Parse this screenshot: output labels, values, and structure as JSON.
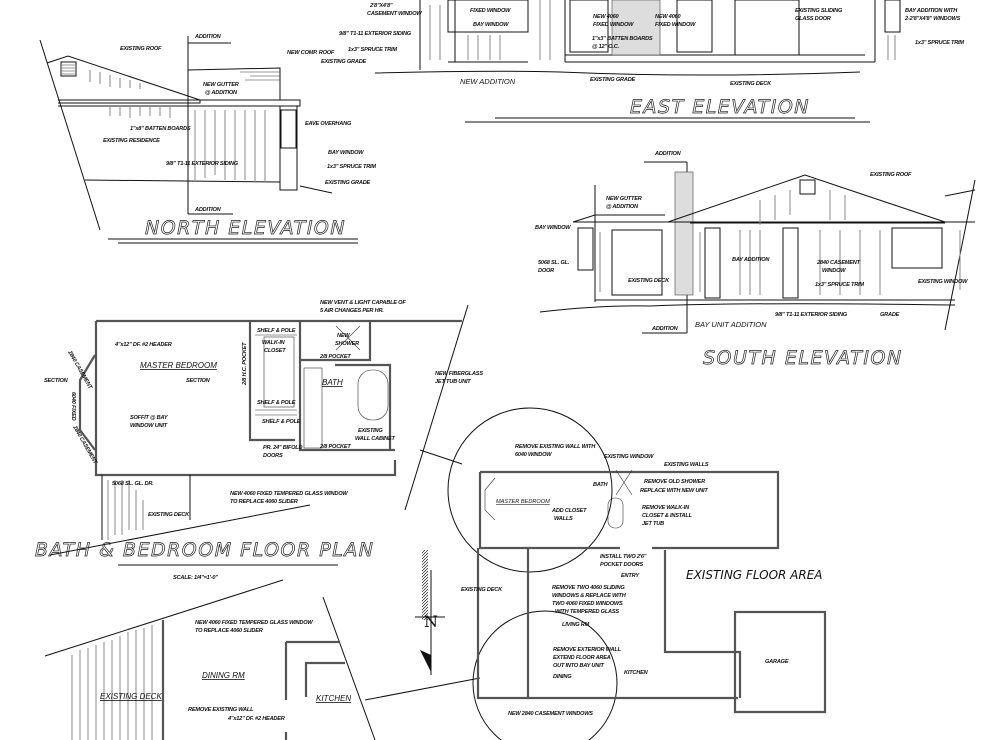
{
  "north": {
    "title": "NORTH ELEVATION",
    "labels": [
      "ADDITION",
      "ADDITION",
      "EXISTING ROOF",
      "NEW COMP. ROOF",
      "NEW GUTTER",
      "@ ADDITION",
      "EAVE OVERHANG",
      "1\"x8\" BATTEN BOARDS",
      "EXISTING RESIDENCE",
      "BAY WINDOW",
      "9/8\" T1-11 EXTERIOR SIDING",
      "1x3\" SPRUCE TRIM",
      "EXISTING GRADE"
    ]
  },
  "east": {
    "title": "EAST ELEVATION",
    "labels": [
      "2'8\"X4'8\"",
      "CASEMENT WINDOW",
      "9/8\" T1-11 EXTERIOR SIDING",
      "1x3\" SPRUCE TRIM",
      "EXISTING GRADE",
      "FIXED WINDOW",
      "BAY WINDOW",
      "NEW 4060",
      "FIXED WINDOW",
      "1\"x3\" BATTEN BOARDS",
      "@ 12\" O.C.",
      "NEW 4060",
      "FIXED WINDOW",
      "EXISTING SLIDING",
      "GLASS DOOR",
      "BAY ADDITION WITH",
      "2-2'8\"X4'8\" WINDOWS",
      "1x3\" SPRUCE TRIM",
      "NEW ADDITION",
      "EXISTING GRADE",
      "EXISTING DECK"
    ]
  },
  "south": {
    "title": "SOUTH ELEVATION",
    "labels": [
      "ADDITION",
      "ADDITION",
      "EXISTING ROOF",
      "NEW GUTTER",
      "@ ADDITION",
      "BAY WINDOW",
      "5068 SL. GL.",
      "DOOR",
      "EXISTING DECK",
      "BAY ADDITION",
      "2840 CASEMENT",
      "WINDOW",
      "1x3\" SPRUCE TRIM",
      "EXISTING WINDOW",
      "9/8\" T1-11 EXTERIOR SIDING",
      "GRADE",
      "BAY UNIT ADDITION"
    ]
  },
  "plan": {
    "title": "BATH & BEDROOM FLOOR PLAN",
    "scale": "SCALE: 1/4\"=1'-0\"",
    "rooms": [
      "MASTER BEDROOM",
      "BATH",
      "WALK-IN",
      "CLOSET"
    ],
    "labels": [
      "NEW VENT & LIGHT CAPABLE OF",
      "5 AIR CHANGES PER HR.",
      "4\"x12\" DF. #2 HEADER",
      "SECTION",
      "SECTION",
      "2840 CASEMENT",
      "6040 FIXED",
      "2840 CASEMENT",
      "SHELF & POLE",
      "SHELF & POLE",
      "SHELF & POLE",
      "NEW",
      "SHOWER",
      "2/8 POCKET",
      "2/8 POCKET",
      "NEW FIBERGLASS",
      "JET TUB UNIT",
      "SOFFIT @ BAY",
      "WINDOW UNIT",
      "EXISTING",
      "WALL CABINET",
      "PR. 24\" BIFOLD",
      "DOORS",
      "5068 SL. GL. DR.",
      "NEW 4060 FIXED TEMPERED GLASS WINDOW",
      "TO REPLACE 4060 SLIDER",
      "EXISTING DECK",
      "2/8 H.C. POCKET"
    ]
  },
  "overall": {
    "existing_floor_area": "EXISTING FLOOR AREA",
    "rooms": [
      "MASTER BEDROOM",
      "BATH",
      "ENTRY",
      "LIVING RM",
      "DINING",
      "KITCHEN",
      "GARAGE",
      "EXISTING DECK"
    ],
    "labels": [
      "REMOVE EXISTING WALL WITH",
      "6040 WINDOW",
      "EXISTING WINDOW",
      "EXISTING WALLS",
      "REMOVE OLD SHOWER",
      "REPLACE WITH NEW UNIT",
      "ADD CLOSET",
      "WALLS",
      "REMOVE WALK-IN",
      "CLOSET & INSTALL",
      "JET TUB",
      "INSTALL TWO 2'6\"",
      "POCKET DOORS",
      "REMOVE TWO 4060 SLIDING",
      "WINDOWS & REPLACE WITH",
      "TWO 4060 FIXED WINDOWS",
      "WITH TEMPERED GLASS",
      "REMOVE EXTERIOR WALL",
      "EXTEND FLOOR AREA",
      "OUT INTO BAY UNIT",
      "NEW 2840 CASEMENT WINDOWS"
    ]
  },
  "detail": {
    "rooms": [
      "DINING RM",
      "EXISTING DECK",
      "KITCHEN"
    ],
    "labels": [
      "NEW 4060 FIXED TEMPERED GLASS WINDOW",
      "TO REPLACE 4060 SLIDER",
      "REMOVE EXISTING WALL",
      "4\"x12\" DF. #2 HEADER"
    ]
  },
  "north_arrow": "N"
}
